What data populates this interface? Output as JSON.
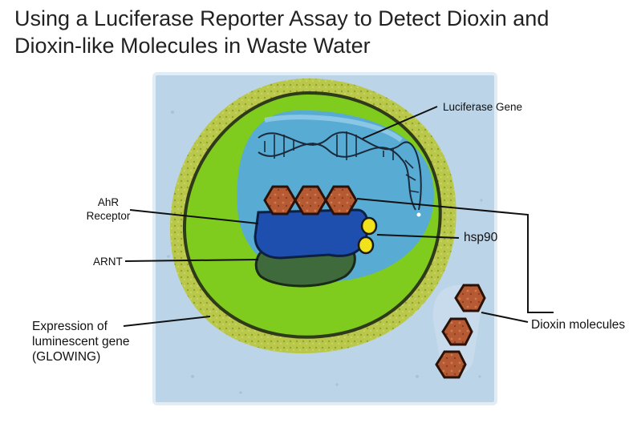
{
  "title": {
    "line1": "Using a Luciferase Reporter Assay to Detect Dioxin and",
    "line2": "Dioxin-like Molecules in Waste Water"
  },
  "labels": {
    "luciferase_gene": "Luciferase Gene",
    "ahr_line1": "AhR",
    "ahr_line2": "Receptor",
    "hsp90": "hsp90",
    "arnt": "ARNT",
    "expression_line1": "Expression of",
    "expression_line2": "luminescent gene",
    "expression_line3": "(GLOWING)",
    "dioxin_molecules": "Dioxin molecules"
  },
  "colors": {
    "background_tile": "#bcd3e6",
    "outer_glow": "#b8c94a",
    "cell_green": "#7fcc1e",
    "nucleus_blue": "#56a9dd",
    "ahr_blue": "#1f4fae",
    "arnt_green": "#3f6b3c",
    "hsp90_yellow": "#f1e21b",
    "dioxin_brown": "#b5522c"
  }
}
